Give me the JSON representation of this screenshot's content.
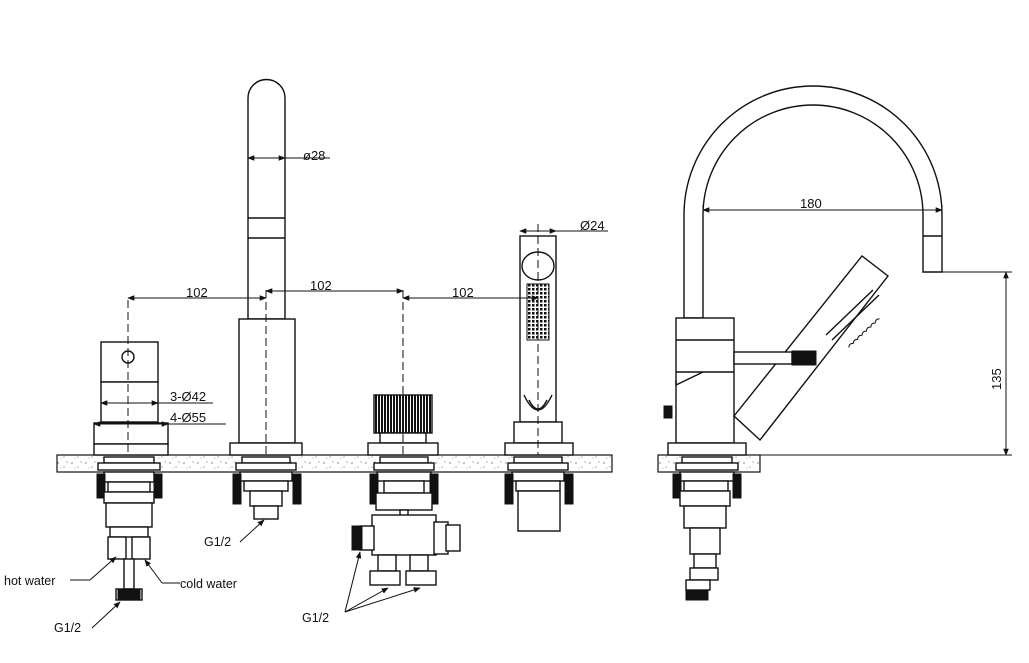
{
  "dimensions": {
    "spout_diameter": "ø28",
    "spacing_1": "102",
    "spacing_2": "102",
    "spacing_3": "102",
    "handshower_diameter": "Ø24",
    "hole_diameter_3": "3-Ø42",
    "hole_diameter_4": "4-Ø55",
    "reach": "180",
    "height": "135"
  },
  "labels": {
    "hot_water": "hot water",
    "cold_water": "cold water",
    "thread_left": "G1/2",
    "thread_spout": "G1/2",
    "thread_diverter": "G1/2"
  }
}
